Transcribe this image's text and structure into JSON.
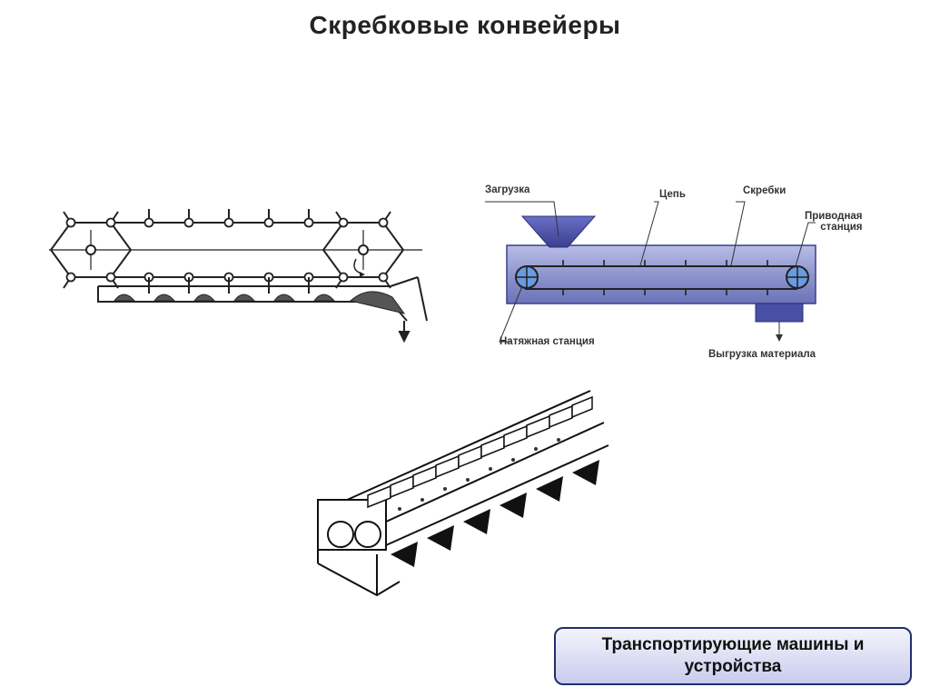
{
  "slide": {
    "title": "Скребковые  конвейеры",
    "caption": "Транспортирующие машины и устройства"
  },
  "schema": {
    "labels": {
      "loading": "Загрузка",
      "chain": "Цепь",
      "scrapers": "Скребки",
      "drive_station": "Приводная\nстанция",
      "tension_station": "Натяжная станция",
      "unloading": "Выгрузка материала"
    },
    "colors": {
      "trough_fill": "#8e96cf",
      "trough_dark": "#3a3f8f",
      "hopper": "#4b4fa8",
      "sprocket": "#6a9ae0"
    }
  }
}
